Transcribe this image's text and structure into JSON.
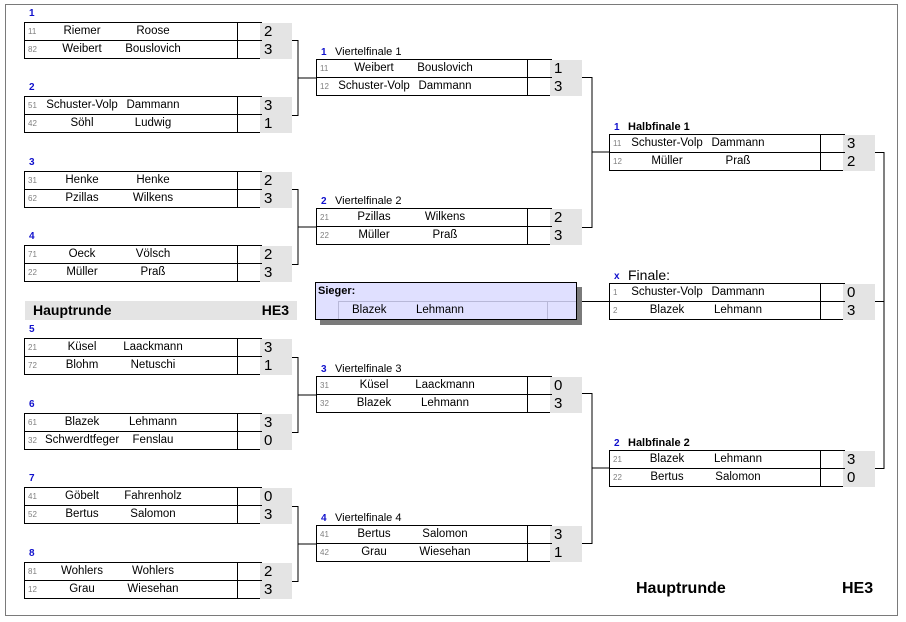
{
  "footer": {
    "round_label": "Hauptrunde",
    "code": "HE3"
  },
  "section_bar": {
    "round_label": "Hauptrunde",
    "code": "HE3"
  },
  "winner": {
    "label": "Sieger:",
    "player1": "Blazek",
    "player2": "Lehmann"
  },
  "first_round": [
    {
      "number": "1",
      "rows": [
        {
          "seed": "11",
          "p1": "Riemer",
          "p2": "Roose",
          "score": "2"
        },
        {
          "seed": "82",
          "p1": "Weibert",
          "p2": "Bouslovich",
          "score": "3"
        }
      ]
    },
    {
      "number": "2",
      "rows": [
        {
          "seed": "51",
          "p1": "Schuster-Volp",
          "p2": "Dammann",
          "score": "3"
        },
        {
          "seed": "42",
          "p1": "Söhl",
          "p2": "Ludwig",
          "score": "1"
        }
      ]
    },
    {
      "number": "3",
      "rows": [
        {
          "seed": "31",
          "p1": "Henke",
          "p2": "Henke",
          "score": "2"
        },
        {
          "seed": "62",
          "p1": "Pzillas",
          "p2": "Wilkens",
          "score": "3"
        }
      ]
    },
    {
      "number": "4",
      "rows": [
        {
          "seed": "71",
          "p1": "Oeck",
          "p2": "Völsch",
          "score": "2"
        },
        {
          "seed": "22",
          "p1": "Müller",
          "p2": "Praß",
          "score": "3"
        }
      ]
    },
    {
      "number": "5",
      "rows": [
        {
          "seed": "21",
          "p1": "Küsel",
          "p2": "Laackmann",
          "score": "3"
        },
        {
          "seed": "72",
          "p1": "Blohm",
          "p2": "Netuschi",
          "score": "1"
        }
      ]
    },
    {
      "number": "6",
      "rows": [
        {
          "seed": "61",
          "p1": "Blazek",
          "p2": "Lehmann",
          "score": "3"
        },
        {
          "seed": "32",
          "p1": "Schwerdtfeger",
          "p2": "Fenslau",
          "score": "0"
        }
      ]
    },
    {
      "number": "7",
      "rows": [
        {
          "seed": "41",
          "p1": "Göbelt",
          "p2": "Fahrenholz",
          "score": "0"
        },
        {
          "seed": "52",
          "p1": "Bertus",
          "p2": "Salomon",
          "score": "3"
        }
      ]
    },
    {
      "number": "8",
      "rows": [
        {
          "seed": "81",
          "p1": "Wohlers",
          "p2": "Wohlers",
          "score": "2"
        },
        {
          "seed": "12",
          "p1": "Grau",
          "p2": "Wiesehan",
          "score": "3"
        }
      ]
    }
  ],
  "quarterfinals": [
    {
      "number": "1",
      "title": "Viertelfinale 1",
      "rows": [
        {
          "seed": "11",
          "p1": "Weibert",
          "p2": "Bouslovich",
          "score": "1"
        },
        {
          "seed": "12",
          "p1": "Schuster-Volp",
          "p2": "Dammann",
          "score": "3"
        }
      ]
    },
    {
      "number": "2",
      "title": "Viertelfinale 2",
      "rows": [
        {
          "seed": "21",
          "p1": "Pzillas",
          "p2": "Wilkens",
          "score": "2"
        },
        {
          "seed": "22",
          "p1": "Müller",
          "p2": "Praß",
          "score": "3"
        }
      ]
    },
    {
      "number": "3",
      "title": "Viertelfinale 3",
      "rows": [
        {
          "seed": "31",
          "p1": "Küsel",
          "p2": "Laackmann",
          "score": "0"
        },
        {
          "seed": "32",
          "p1": "Blazek",
          "p2": "Lehmann",
          "score": "3"
        }
      ]
    },
    {
      "number": "4",
      "title": "Viertelfinale 4",
      "rows": [
        {
          "seed": "41",
          "p1": "Bertus",
          "p2": "Salomon",
          "score": "3"
        },
        {
          "seed": "42",
          "p1": "Grau",
          "p2": "Wiesehan",
          "score": "1"
        }
      ]
    }
  ],
  "semifinals": [
    {
      "number": "1",
      "title": "Halbfinale 1",
      "rows": [
        {
          "seed": "11",
          "p1": "Schuster-Volp",
          "p2": "Dammann",
          "score": "3"
        },
        {
          "seed": "12",
          "p1": "Müller",
          "p2": "Praß",
          "score": "2"
        }
      ]
    },
    {
      "number": "2",
      "title": "Halbfinale 2",
      "rows": [
        {
          "seed": "21",
          "p1": "Blazek",
          "p2": "Lehmann",
          "score": "3"
        },
        {
          "seed": "22",
          "p1": "Bertus",
          "p2": "Salomon",
          "score": "0"
        }
      ]
    }
  ],
  "final": {
    "number": "x",
    "title": "Finale:",
    "rows": [
      {
        "seed": "1",
        "p1": "Schuster-Volp",
        "p2": "Dammann",
        "score": "0"
      },
      {
        "seed": "2",
        "p1": "Blazek",
        "p2": "Lehmann",
        "score": "3"
      }
    ]
  }
}
